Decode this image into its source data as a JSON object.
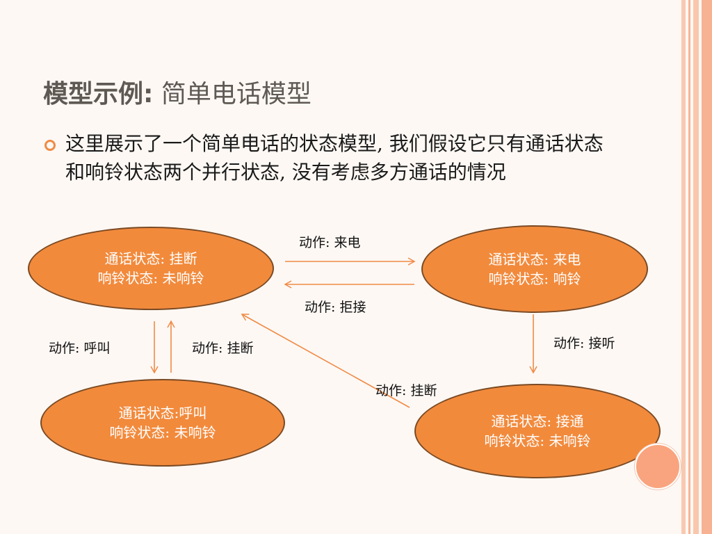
{
  "slide": {
    "title_bold": "模型示例:",
    "title_rest": " 简单电话模型",
    "bullet": "这里展示了一个简单电话的状态模型, 我们假设它只有通话状态和响铃状态两个并行状态, 没有考虑多方通话的情况"
  },
  "diagram": {
    "nodes": [
      {
        "line1": "通话状态: 挂断",
        "line2": "响铃状态: 未响铃"
      },
      {
        "line1": "通话状态: 来电",
        "line2": "响铃状态: 响铃"
      },
      {
        "line1": "通话状态:呼叫",
        "line2": "响铃状态: 未响铃"
      },
      {
        "line1": "通话状态: 接通",
        "line2": "响铃状态: 未响铃"
      }
    ],
    "edges": [
      {
        "label": "动作: 来电"
      },
      {
        "label": "动作: 拒接"
      },
      {
        "label": "动作: 接听"
      },
      {
        "label": "动作: 呼叫"
      },
      {
        "label": "动作: 挂断"
      },
      {
        "label": "动作: 挂断"
      }
    ]
  },
  "colors": {
    "accent": "#f08a45",
    "node_fill": "#f28a3c",
    "node_border": "#7a4a24",
    "title_text": "#5f5953"
  }
}
